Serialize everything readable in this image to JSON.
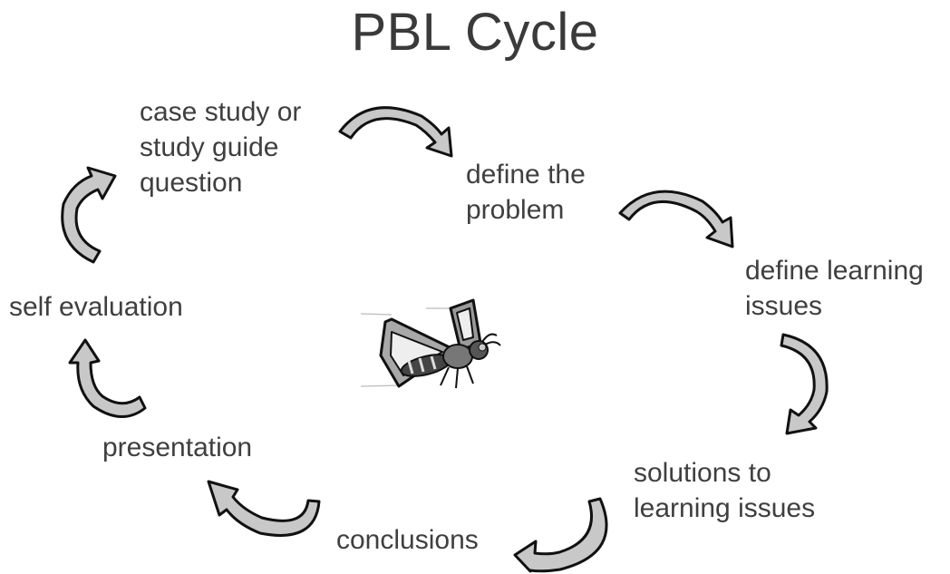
{
  "diagram": {
    "title": "PBL Cycle",
    "steps": [
      {
        "id": "case",
        "label": "case study or\nstudy guide\nquestion"
      },
      {
        "id": "define",
        "label": "define the\nproblem"
      },
      {
        "id": "issues",
        "label": "define learning\nissues"
      },
      {
        "id": "solutions",
        "label": "solutions to\nlearning issues"
      },
      {
        "id": "conclusions",
        "label": "conclusions"
      },
      {
        "id": "presentation",
        "label": "presentation"
      },
      {
        "id": "self",
        "label": "self evaluation"
      }
    ],
    "arrow_color": "#c8c8c8",
    "mascot": "hornet-icon"
  }
}
